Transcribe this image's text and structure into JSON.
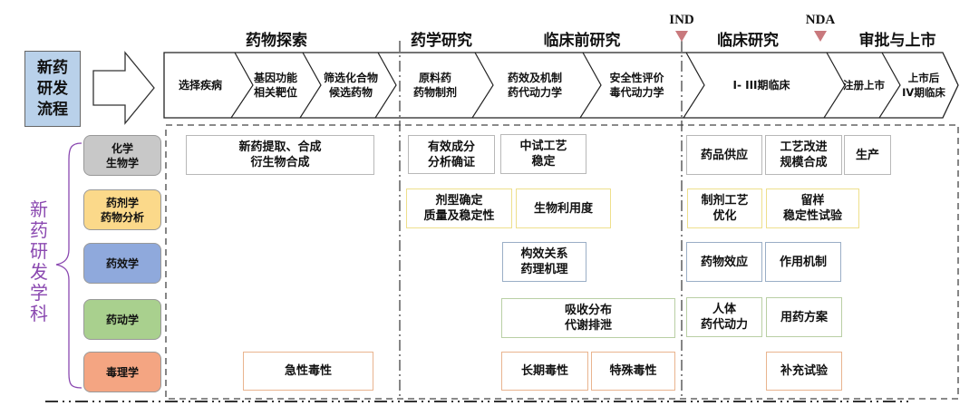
{
  "process_label": "新药\n研发\n流程",
  "phase_headers": [
    "药物探索",
    "药学研究",
    "临床前研究",
    "临床研究",
    "审批与上市"
  ],
  "milestones": [
    "IND",
    "NDA"
  ],
  "chevrons": [
    "选择疾病",
    "基因功能\n相关靶位",
    "筛选化合物\n候选药物",
    "原料药\n药物制剂",
    "药效及机制\n药代动力学",
    "安全性评价\n毒代动力学",
    "I- III期临床",
    "注册上市",
    "上市后\nIV期临床"
  ],
  "discipline_title": "新药研发学科",
  "disciplines": [
    {
      "label": "化学\n生物学",
      "color": "#c8c8c8"
    },
    {
      "label": "药剂学\n药物分析",
      "color": "#fbd98a"
    },
    {
      "label": "药效学",
      "color": "#8fa9dc"
    },
    {
      "label": "药动学",
      "color": "#a9d08e"
    },
    {
      "label": "毒理学",
      "color": "#f4a582"
    }
  ],
  "boxes": {
    "chem_1": "新药提取、合成\n衍生物合成",
    "chem_2": "有效成分\n分析确证",
    "chem_3": "中试工艺\n稳定",
    "chem_4": "药品供应",
    "chem_5": "工艺改进\n规模合成",
    "chem_6": "生产",
    "pharm_1": "剂型确定\n质量及稳定性",
    "pharm_2": "生物利用度",
    "pharm_3": "制剂工艺\n优化",
    "pharm_4": "留样\n稳定性试验",
    "pd_1": "构效关系\n药理机理",
    "pd_2": "药物效应",
    "pd_3": "作用机制",
    "pk_1": "吸收分布\n代谢排泄",
    "pk_2": "人体\n药代动力",
    "pk_3": "用药方案",
    "tox_1": "急性毒性",
    "tox_2": "长期毒性",
    "tox_3": "特殊毒性",
    "tox_4": "补充试验"
  }
}
